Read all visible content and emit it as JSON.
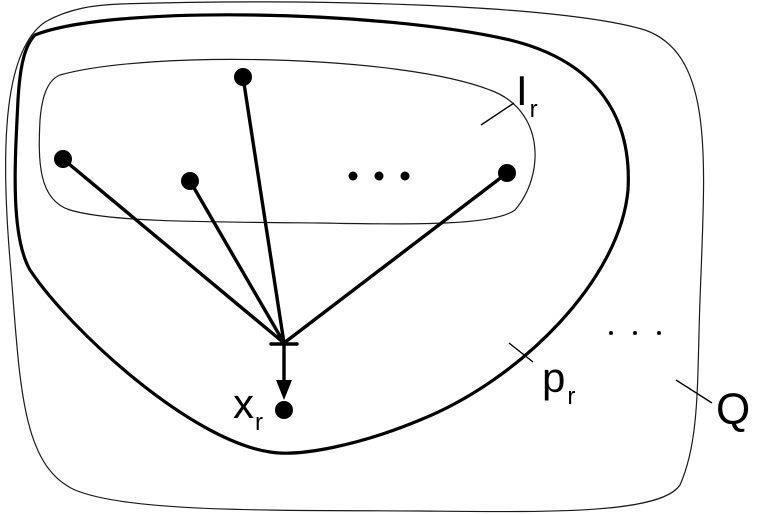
{
  "diagram": {
    "labels": {
      "I": {
        "main": "I",
        "sub": "r"
      },
      "p": {
        "main": "p",
        "sub": "r"
      },
      "x": {
        "main": "x",
        "sub": "r"
      },
      "Q": {
        "main": "Q"
      }
    },
    "ellipsis_inner": "• • •",
    "ellipsis_outer": ". . ."
  }
}
